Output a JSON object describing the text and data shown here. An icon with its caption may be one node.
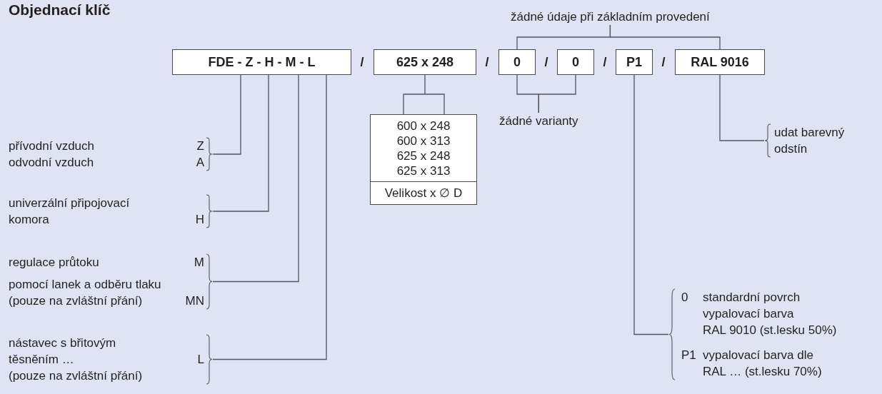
{
  "diagram": {
    "title": "Objednací klíč",
    "nodes": [
      {
        "text": [
          "FDE - Z - H - M - L"
        ]
      },
      {
        "text": [
          "625 x 248"
        ]
      },
      {
        "text": [
          "0"
        ]
      },
      {
        "text": [
          "0"
        ]
      },
      {
        "text": [
          "P1"
        ]
      },
      {
        "text": [
          "RAL 9016"
        ]
      },
      {
        "text": [
          "600 x 248",
          "600 x 313",
          "625 x 248",
          "625 x 313",
          "Velikost x ∅ D"
        ]
      },
      {
        "text": [
          "žádné údaje při základním provedení"
        ]
      },
      {
        "text": [
          "žádné varianty"
        ]
      },
      {
        "text": [
          "přívodní vzduch",
          "Z",
          "odvodní vzduch",
          "A"
        ]
      },
      {
        "text": [
          "univerzální připojovací komora",
          "H"
        ]
      },
      {
        "text": [
          "regulace průtoku",
          "M",
          "pomocí lanek a odběru tlaku (pouze na zvláštní přání)",
          "MN"
        ]
      },
      {
        "text": [
          "nástavec s břitovým těsněním …",
          "L",
          "(pouze na zvláštní přání)"
        ]
      },
      {
        "text": [
          "udat barevný odstín"
        ]
      },
      {
        "text": [
          "0",
          "standardní povrch",
          "vypalovací barva",
          "RAL 9010 (st.lesku 50%)",
          "P1",
          "vypalovací barva dle",
          "RAL … (st.lesku 70%)"
        ]
      }
    ],
    "edges": [
      {
        "from": 0,
        "to": 9,
        "arrow": "none"
      },
      {
        "from": 0,
        "to": 10,
        "arrow": "none"
      },
      {
        "from": 0,
        "to": 11,
        "arrow": "none"
      },
      {
        "from": 0,
        "to": 12,
        "arrow": "none"
      },
      {
        "from": 1,
        "to": 6,
        "arrow": "none"
      },
      {
        "from": 2,
        "to": 8,
        "arrow": "none"
      },
      {
        "from": 3,
        "to": 8,
        "arrow": "none"
      },
      {
        "from": 2,
        "to": 7,
        "arrow": "none"
      },
      {
        "from": 5,
        "to": 7,
        "arrow": "none"
      },
      {
        "from": 4,
        "to": 14,
        "arrow": "none"
      },
      {
        "from": 5,
        "to": 13,
        "arrow": "none"
      }
    ],
    "labels": [
      "/",
      "/",
      "/",
      "/",
      "/"
    ]
  }
}
